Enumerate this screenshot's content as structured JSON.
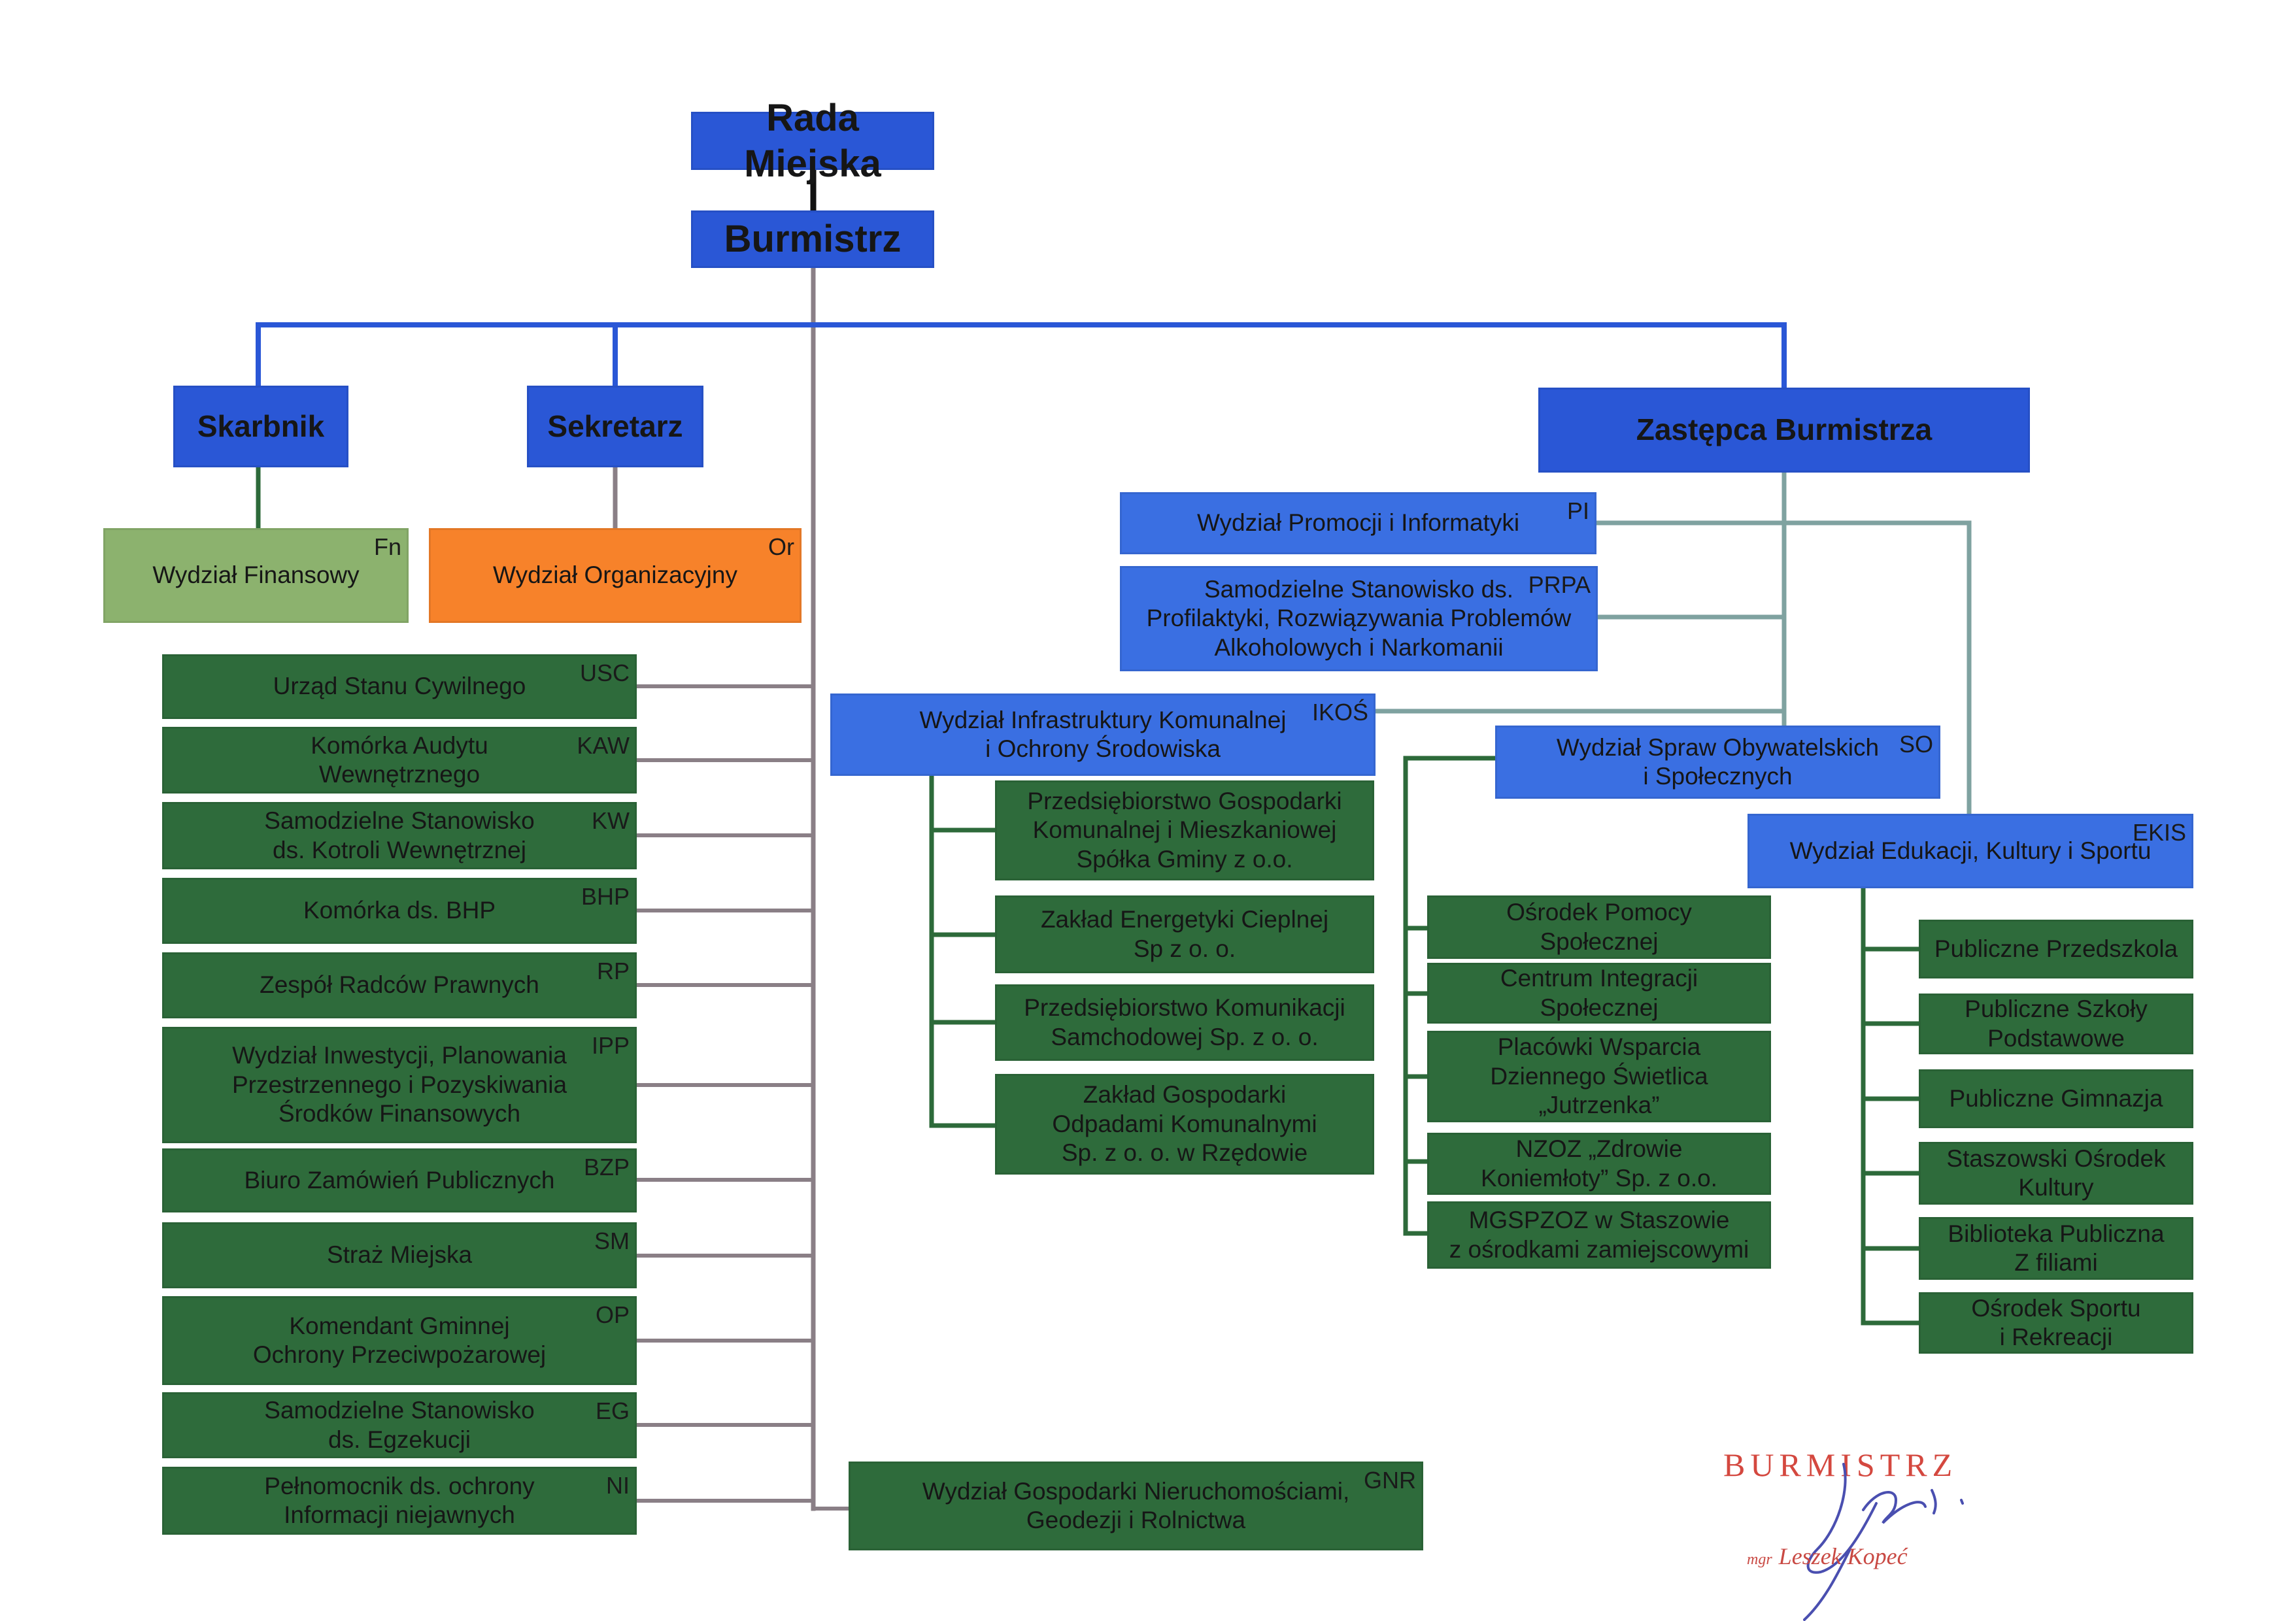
{
  "top": {
    "rada": "Rada Miejska",
    "burmistrz": "Burmistrz",
    "skarbnik": "Skarbnik",
    "sekretarz": "Sekretarz",
    "zastepca": "Zastępca Burmistrza"
  },
  "finansowy": {
    "label": "Wydział Finansowy",
    "code": "Fn"
  },
  "organizacyjny": {
    "label": "Wydział Organizacyjny",
    "code": "Or"
  },
  "left_units": [
    {
      "label": "Urząd Stanu Cywilnego",
      "code": "USC"
    },
    {
      "label": "Komórka Audytu\nWewnętrznego",
      "code": "KAW"
    },
    {
      "label": "Samodzielne Stanowisko\nds. Kotroli Wewnętrznej",
      "code": "KW"
    },
    {
      "label": "Komórka ds. BHP",
      "code": "BHP"
    },
    {
      "label": "Zespół Radców Prawnych",
      "code": "RP"
    },
    {
      "label": "Wydział Inwestycji, Planowania\nPrzestrzennego i Pozyskiwania\nŚrodków Finansowych",
      "code": "IPP"
    },
    {
      "label": "Biuro Zamówień Publicznych",
      "code": "BZP"
    },
    {
      "label": "Straż Miejska",
      "code": "SM"
    },
    {
      "label": "Komendant Gminnej\nOchrony Przeciwpożarowej",
      "code": "OP"
    },
    {
      "label": "Samodzielne Stanowisko\nds. Egzekucji",
      "code": "EG"
    },
    {
      "label": "Pełnomocnik ds. ochrony\nInformacji niejawnych",
      "code": "NI"
    }
  ],
  "gnr": {
    "label": "Wydział Gospodarki Nieruchomościami,\nGeodezji i Rolnictwa",
    "code": "GNR"
  },
  "pi": {
    "label": "Wydział Promocji i Informatyki",
    "code": "PI"
  },
  "prpa": {
    "label": "Samodzielne Stanowisko ds.\nProfilaktyki, Rozwiązywania Problemów\nAlkoholowych i Narkomanii",
    "code": "PRPA"
  },
  "ikos": {
    "label": "Wydział Infrastruktury Komunalnej\ni Ochrony Środowiska",
    "code": "IKOŚ"
  },
  "ikos_units": [
    "Przedsiębiorstwo Gospodarki\nKomunalnej i Mieszkaniowej\nSpółka Gminy z o.o.",
    "Zakład Energetyki Cieplnej\nSp z o. o.",
    "Przedsiębiorstwo Komunikacji\nSamchodowej Sp. z o. o.",
    "Zakład Gospodarki\nOdpadami Komunalnymi\nSp. z o. o. w Rzędowie"
  ],
  "so": {
    "label": "Wydział Spraw Obywatelskich\ni Społecznych",
    "code": "SO"
  },
  "so_units": [
    "Ośrodek Pomocy\nSpołecznej",
    "Centrum Integracji\nSpołecznej",
    "Placówki Wsparcia\nDziennego Świetlica\n„Jutrzenka”",
    "NZOZ „Zdrowie\nKoniemłoty” Sp. z o.o.",
    "MGSPZOZ w Staszowie\nz ośrodkami zamiejscowymi"
  ],
  "ekis": {
    "label": "Wydział Edukacji, Kultury i Sportu",
    "code": "EKIS"
  },
  "ekis_units": [
    "Publiczne Przedszkola",
    "Publiczne Szkoły\nPodstawowe",
    "Publiczne Gimnazja",
    "Staszowski Ośrodek\nKultury",
    "Biblioteka Publiczna\nZ filiami",
    "Ośrodek Sportu\ni Rekreacji"
  ],
  "signature": {
    "title": "BURMISTRZ",
    "prefix": "mgr",
    "name": "Leszek Kopeć"
  },
  "colors": {
    "top_blue": "#2a57d6",
    "unit_blue": "#3a6fe2",
    "unit_green": "#2e6b3b",
    "light_green": "#8cb26e",
    "orange": "#f7822a",
    "line_blue": "#2a57d6",
    "line_grey": "#8a7f86",
    "line_teal": "#7fa2a0",
    "line_green": "#2d6a3a"
  }
}
